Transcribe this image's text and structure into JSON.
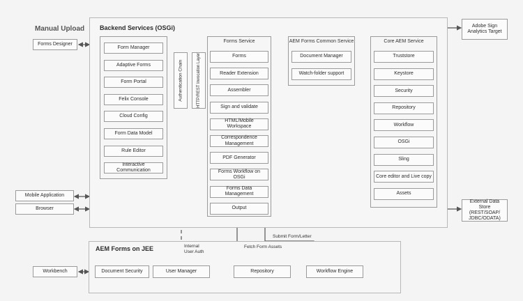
{
  "manual_upload": "Manual Upload",
  "backend": {
    "title": "Backend Services (OSGi)"
  },
  "jee": {
    "title": "AEM Forms on JEE"
  },
  "left_column": [
    "Form Manager",
    "Adaptive Forms",
    "Form Portal",
    "Felix Console",
    "Cloud Config",
    "Form Data Model",
    "Rule Editor",
    "Interactive Communication"
  ],
  "vertical_layers": {
    "auth_chain": "Authentication Chain",
    "http_layer": "HTTP/REST Invocation Layer"
  },
  "forms_service": {
    "title": "Forms Service",
    "items": [
      "Forms",
      "Reader Extension",
      "Assembler",
      "Sign and validate",
      "HTML/Mobile Workspace",
      "Correspondence Management",
      "PDF Generator",
      "Forms Workflow on OSGi",
      "Forms Data Management",
      "Output"
    ]
  },
  "common_service": {
    "title": "AEM Forms Common Service",
    "items": [
      "Document Manager",
      "Watch-folder support"
    ]
  },
  "core_service": {
    "title": "Core AEM Service",
    "items": [
      "Truststore",
      "Keystore",
      "Security",
      "Repository",
      "Workflow",
      "OSGi",
      "Sling",
      "Core editor and Live copy",
      "Assets"
    ]
  },
  "externals": {
    "forms_designer": "Forms Designer",
    "mobile_app": "Mobile Application",
    "browser": "Browser",
    "workbench": "Workbench",
    "adobe_sign": "Adobe Sign Analytics Target",
    "data_store": "External Data Store (REST/SOAP/ JDBC/ODATA)"
  },
  "jee_items": {
    "doc_security": "Document Security",
    "user_manager": "User Manager",
    "repository": "Repository",
    "workflow_engine": "Workflow Engine"
  },
  "labels": {
    "internal_auth": "Internal User Auth",
    "fetch_assets": "Fetch Form Assets",
    "submit_form": "Submit Form/Letter"
  },
  "colors": {
    "border": "#9a9a9a",
    "arrow": "#555555",
    "panel_bg": "#f6f6f6"
  }
}
